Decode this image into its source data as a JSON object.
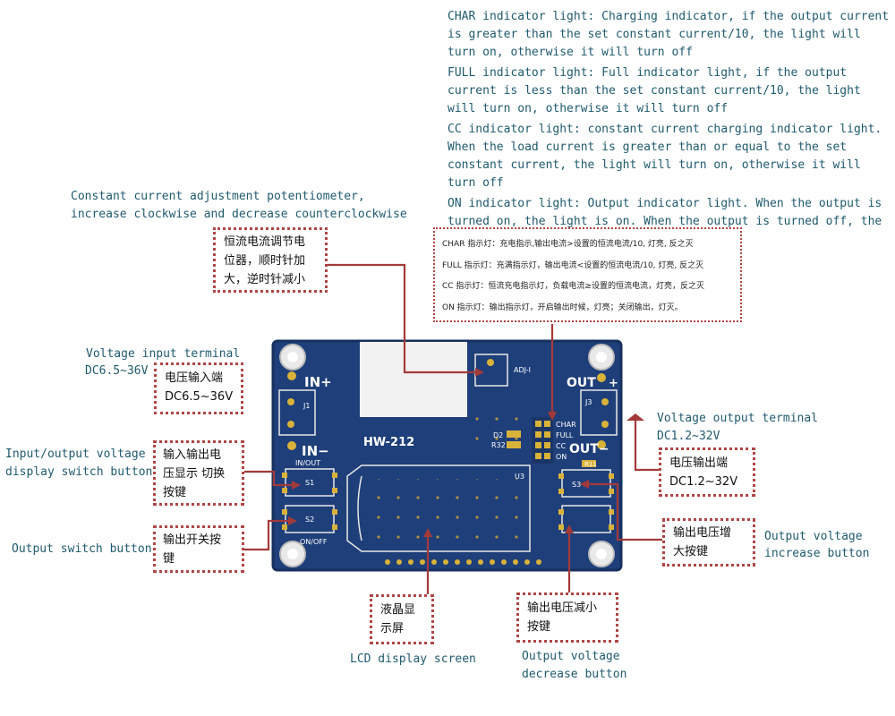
{
  "descriptions": [
    "CHAR indicator light: Charging indicator, if the output current is greater than the set constant current/10, the light will turn on, otherwise it will turn off",
    "FULL indicator light: Full indicator light, if the output current is less than the set constant current/10, the light will turn on, otherwise it will turn off",
    "CC indicator light: constant current charging indicator light. When the load current is greater than or equal to the set constant current, the light will turn on, otherwise it will turn off",
    "ON indicator light: Output indicator light. When the output is turned on, the light is on. When the output is turned off, the light is off"
  ],
  "indicators_cn": [
    "CHAR 指示灯：充电指示,输出电流>设置的恒流电流/10, 灯亮, 反之灭",
    "FULL 指示灯：充满指示灯，输出电流<设置的恒流电流/10, 灯亮, 反之灭",
    "CC 指示灯：恒流充电指示灯，负载电流≥设置的恒流电流，灯亮，反之灭",
    "ON 指示灯：输出指示灯，开启输出时候，灯亮；关闭输出，灯灭。"
  ],
  "potentiometer": {
    "en": [
      "Constant current adjustment potentiometer,",
      "increase clockwise and decrease counterclockwise"
    ],
    "cn": [
      "恒流电流调节电",
      "位器，顺时针加",
      "大，逆时针减小"
    ]
  },
  "voltage_input": {
    "en": [
      "Voltage input terminal",
      "DC6.5~36V"
    ],
    "cn": [
      "电压输入端",
      "DC6.5~36V"
    ]
  },
  "voltage_output": {
    "en": [
      "Voltage output terminal",
      "DC1.2~32V"
    ],
    "cn": [
      "电压输出端",
      "DC1.2~32V"
    ]
  },
  "io_switch": {
    "en": [
      "Input/output voltage",
      "display switch button"
    ],
    "cn": [
      "输入输出电",
      "压显示 切换",
      "按键"
    ]
  },
  "output_switch": {
    "en": [
      "Output switch button"
    ],
    "cn": [
      "输出开关按",
      "键"
    ]
  },
  "lcd": {
    "en": [
      "LCD display screen"
    ],
    "cn": [
      "液晶显",
      "示屏"
    ]
  },
  "vol_decrease": {
    "en": [
      "Output voltage",
      "decrease button"
    ],
    "cn": [
      "输出电压减小",
      "按键"
    ]
  },
  "vol_increase": {
    "en": [
      "Output voltage",
      "increase button"
    ],
    "cn": [
      "输出电压增",
      "大按键"
    ]
  },
  "pcb": {
    "model": "HW-212",
    "in_plus": "IN+",
    "in_minus": "IN−",
    "out_plus": "OUT",
    "out_plus_sign": "+",
    "out_minus": "OUT−",
    "in_out": "IN/OUT",
    "on_off": "ON/OFF",
    "s1": "S1",
    "s2": "S2",
    "s3": "S3",
    "j1": "J1",
    "j3": "J3",
    "u3": "U3",
    "adj": "ADJ-I",
    "d2": "D2",
    "r32": "R32",
    "r11": "R11",
    "led_labels": [
      "CHAR",
      "FULL",
      "CC",
      "ON"
    ]
  },
  "colors": {
    "board": "#1f3f7a",
    "board_edge": "#16305f",
    "silk": "#ffffff",
    "pad": "#d9b23a",
    "callout": "#a33a3a",
    "english": "#1f5a6e"
  }
}
